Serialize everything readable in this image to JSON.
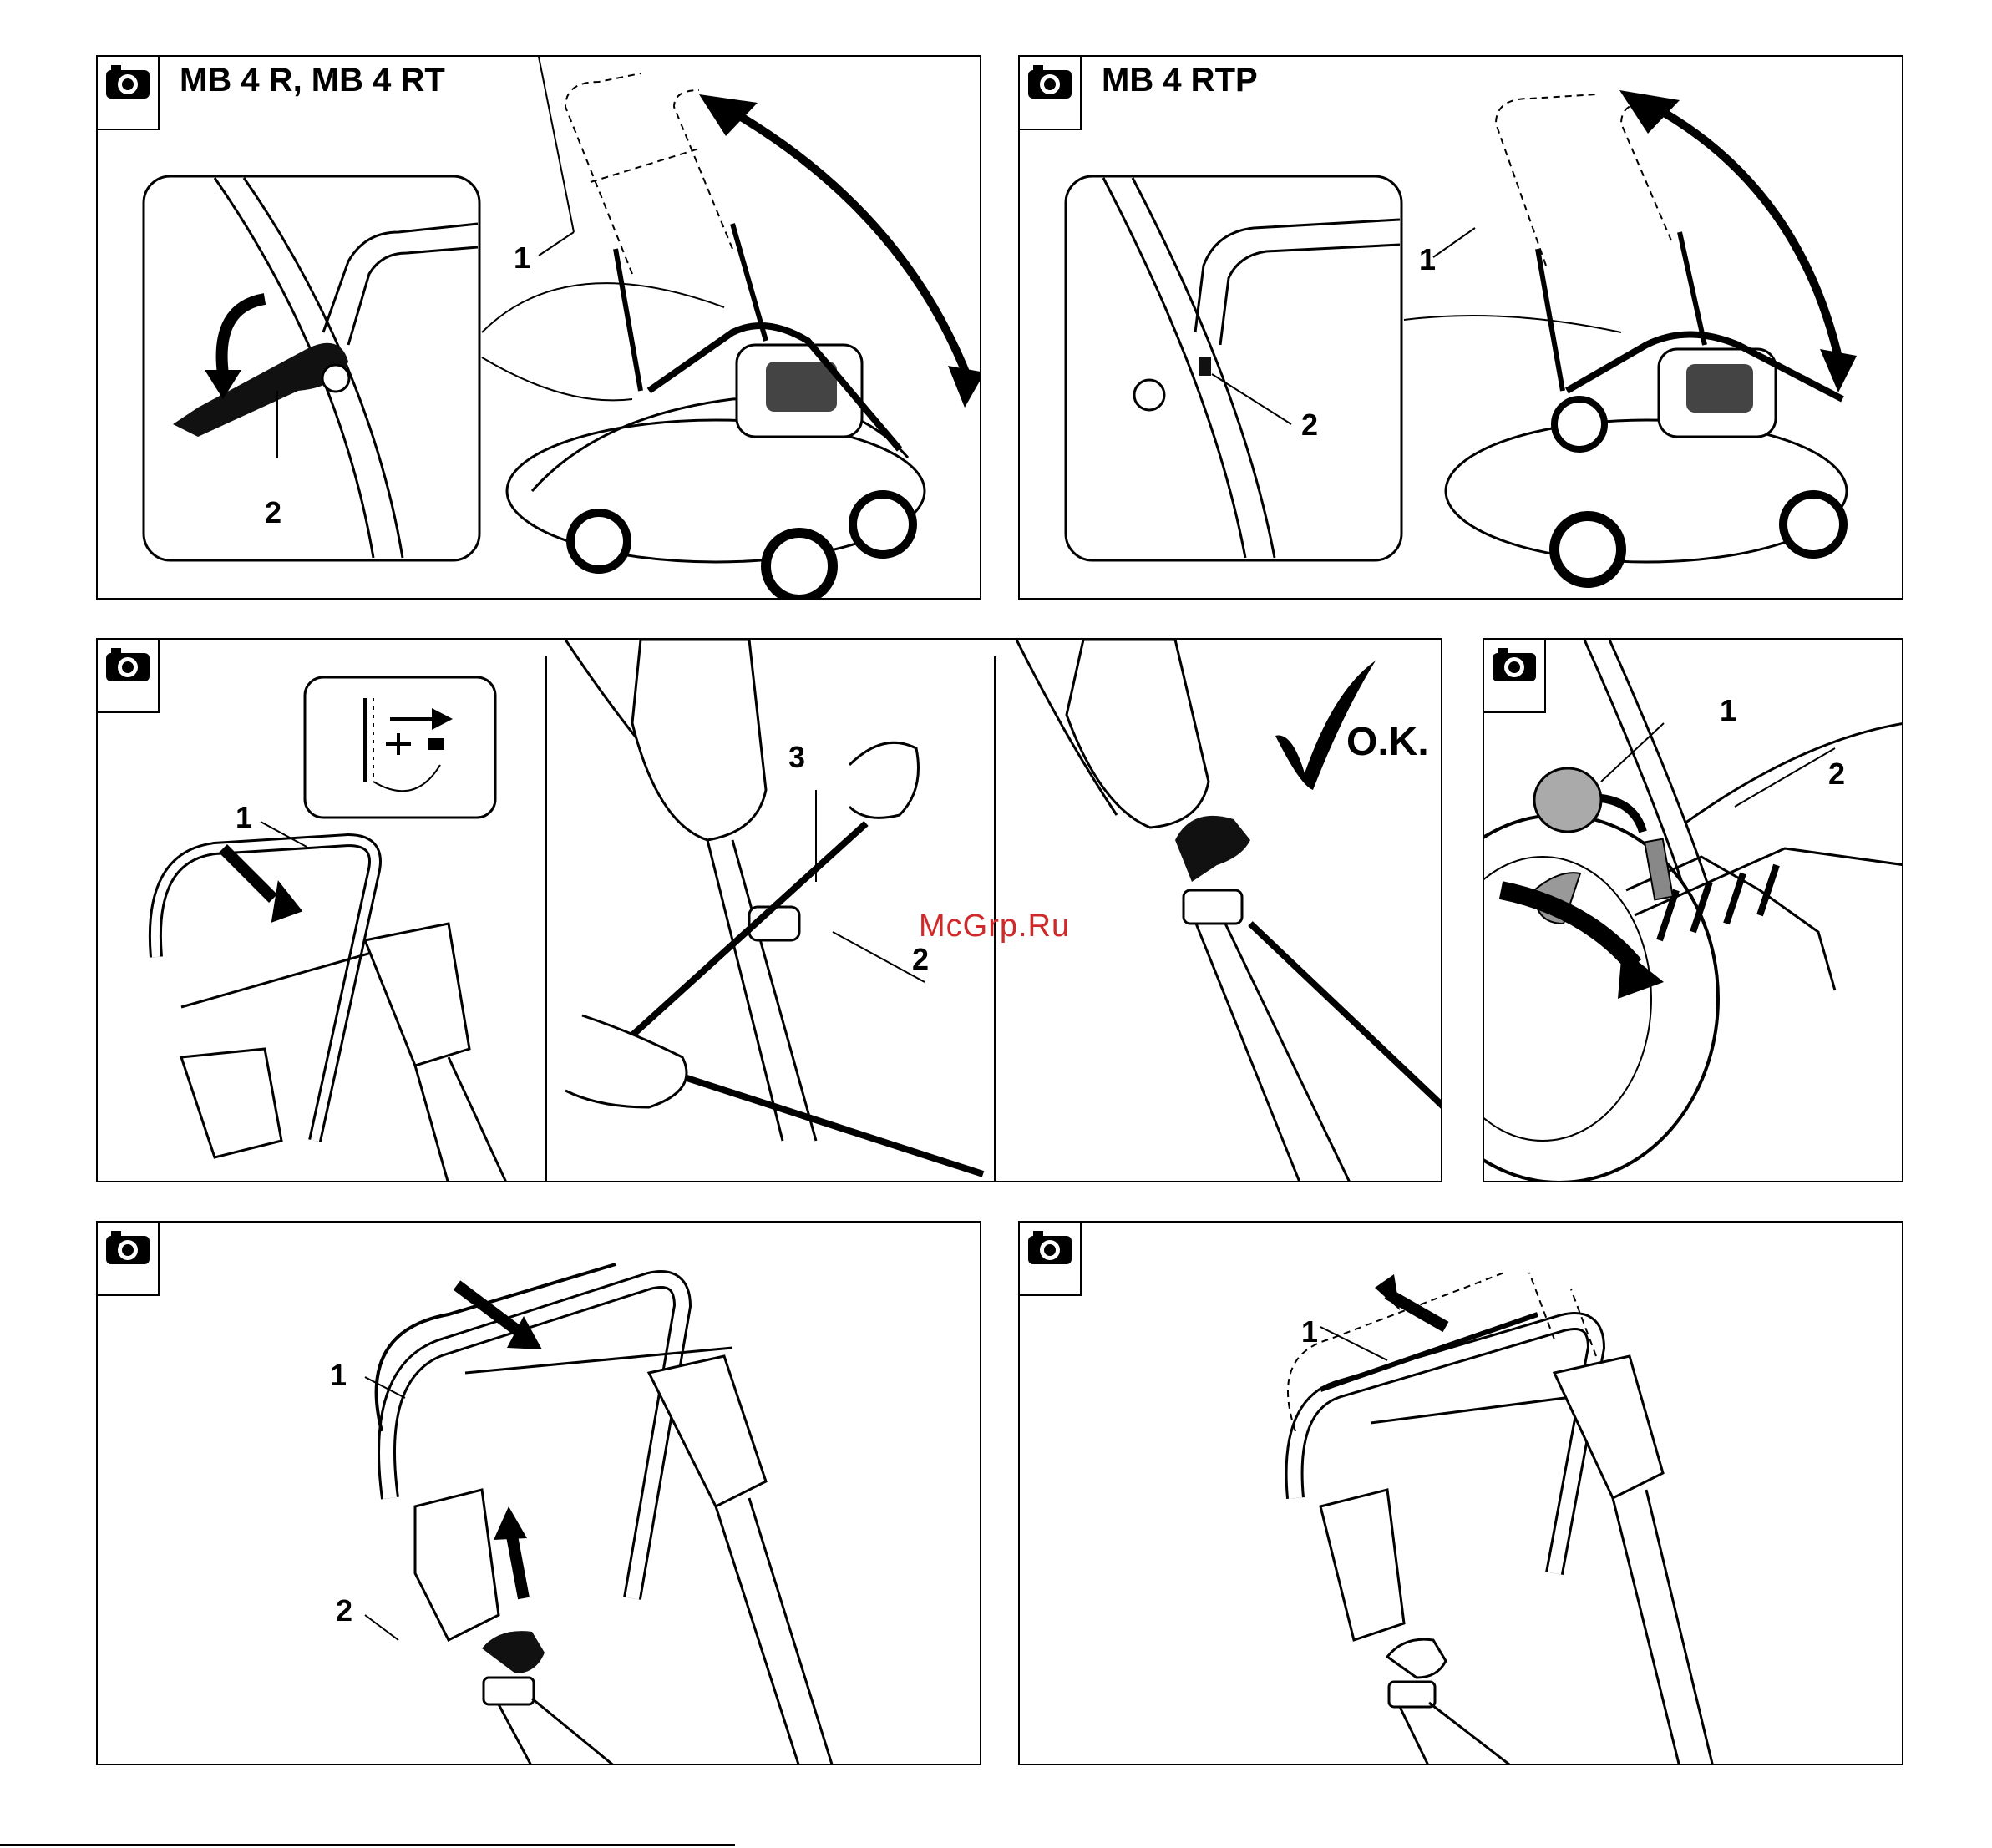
{
  "panels": {
    "p1": {
      "title": "MB 4 R, MB 4 RT",
      "labels": [
        "1",
        "2"
      ]
    },
    "p2": {
      "title": "MB 4 RTP",
      "labels": [
        "1",
        "2"
      ]
    },
    "p3": {
      "labels": [
        "1",
        "3",
        "2"
      ],
      "ok_text": "O.K."
    },
    "p4": {
      "labels": [
        "1",
        "2"
      ]
    },
    "p5": {
      "labels": [
        "1",
        "2"
      ]
    },
    "p6": {
      "labels": [
        "1"
      ]
    }
  },
  "watermark": "McGrp.Ru",
  "icons": {
    "camera": "camera-icon",
    "check": "checkmark-icon"
  }
}
